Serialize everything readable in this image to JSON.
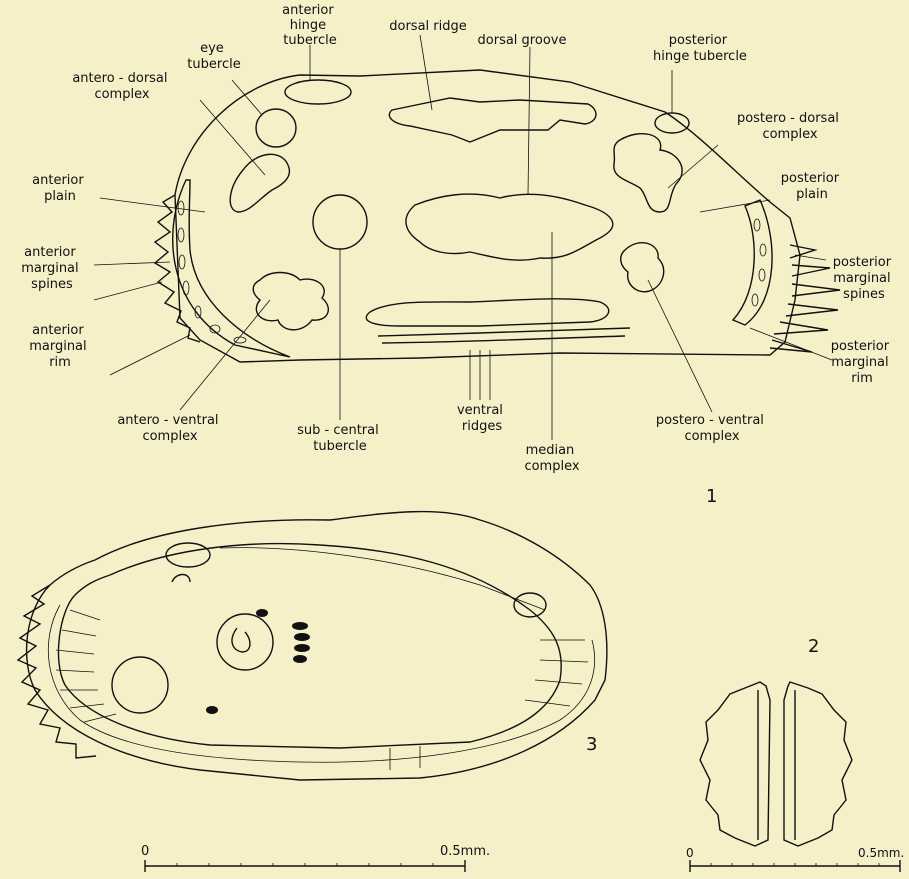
{
  "figure": {
    "fig1": {
      "number": "1",
      "labels": {
        "anterior_hinge_tubercle": [
          "anterior",
          "hinge",
          "tubercle"
        ],
        "eye_tubercle": [
          "eye",
          "tubercle"
        ],
        "dorsal_ridge": [
          "dorsal ridge"
        ],
        "dorsal_groove": [
          "dorsal groove"
        ],
        "posterior_hinge_tubercle": [
          "posterior",
          "hinge tubercle"
        ],
        "antero_dorsal_complex": [
          "antero - dorsal",
          "complex"
        ],
        "postero_dorsal_complex": [
          "postero - dorsal",
          "complex"
        ],
        "anterior_plain": [
          "anterior",
          "plain"
        ],
        "posterior_plain": [
          "posterior",
          "plain"
        ],
        "anterior_marginal_spines": [
          "anterior",
          "marginal",
          "spines"
        ],
        "posterior_marginal_spines": [
          "posterior",
          "marginal",
          "spines"
        ],
        "anterior_marginal_rim": [
          "anterior",
          "marginal",
          "rim"
        ],
        "posterior_marginal_rim": [
          "posterior",
          "marginal",
          "rim"
        ],
        "antero_ventral_complex": [
          "antero - ventral",
          "complex"
        ],
        "sub_central_tubercle": [
          "sub - central",
          "tubercle"
        ],
        "ventral_ridges": [
          "ventral",
          "ridges"
        ],
        "median_complex": [
          "median",
          "complex"
        ],
        "postero_ventral_complex": [
          "postero - ventral",
          "complex"
        ]
      }
    },
    "fig2": {
      "number": "2",
      "scale_start": "0",
      "scale_end": "0.5mm."
    },
    "fig3": {
      "number": "3",
      "scale_start": "0",
      "scale_end": "0.5mm."
    }
  }
}
